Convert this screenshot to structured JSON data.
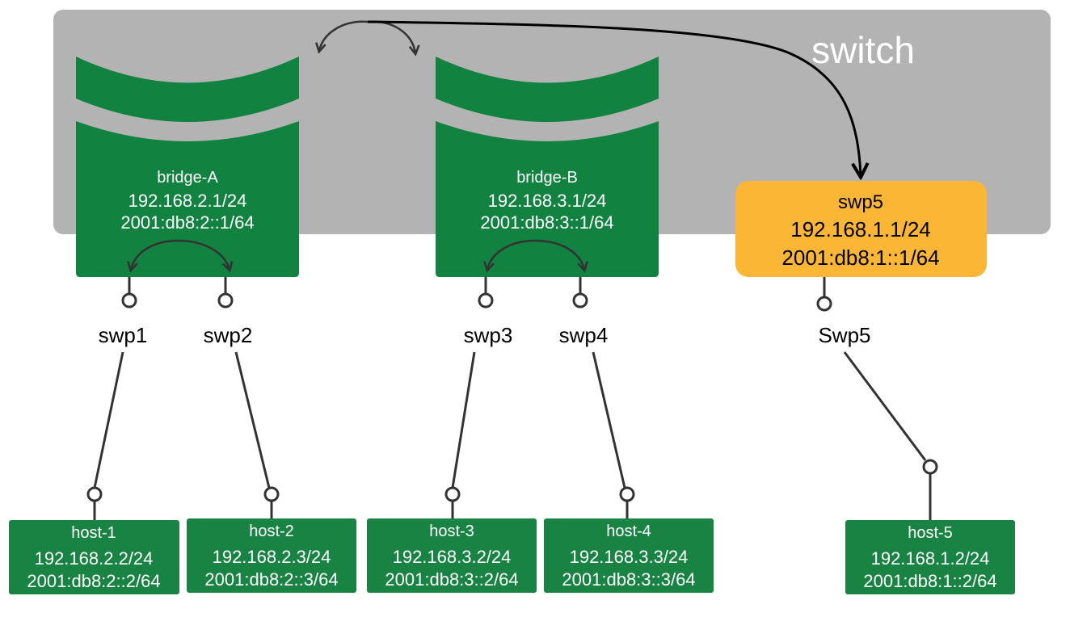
{
  "switch": {
    "label": "switch"
  },
  "bridges": [
    {
      "name": "bridge-A",
      "ipv4": "192.168.2.1/24",
      "ipv6": "2001:db8:2::1/64"
    },
    {
      "name": "bridge-B",
      "ipv4": "192.168.3.1/24",
      "ipv6": "2001:db8:3::1/64"
    }
  ],
  "routed_port": {
    "name": "swp5",
    "ipv4": "192.168.1.1/24",
    "ipv6": "2001:db8:1::1/64"
  },
  "ports": [
    "swp1",
    "swp2",
    "swp3",
    "swp4",
    "Swp5"
  ],
  "hosts": [
    {
      "name": "host-1",
      "ipv4": "192.168.2.2/24",
      "ipv6": "2001:db8:2::2/64"
    },
    {
      "name": "host-2",
      "ipv4": "192.168.2.3/24",
      "ipv6": "2001:db8:2::3/64"
    },
    {
      "name": "host-3",
      "ipv4": "192.168.3.2/24",
      "ipv6": "2001:db8:3::2/64"
    },
    {
      "name": "host-4",
      "ipv4": "192.168.3.3/24",
      "ipv6": "2001:db8:3::3/64"
    },
    {
      "name": "host-5",
      "ipv4": "192.168.1.2/24",
      "ipv6": "2001:db8:1::2/64"
    }
  ],
  "colors": {
    "switch_bg": "#b3b3b3",
    "bridge_green": "#128241",
    "host_green": "#188343",
    "routed_orange": "#fcb635",
    "line": "#333333"
  }
}
